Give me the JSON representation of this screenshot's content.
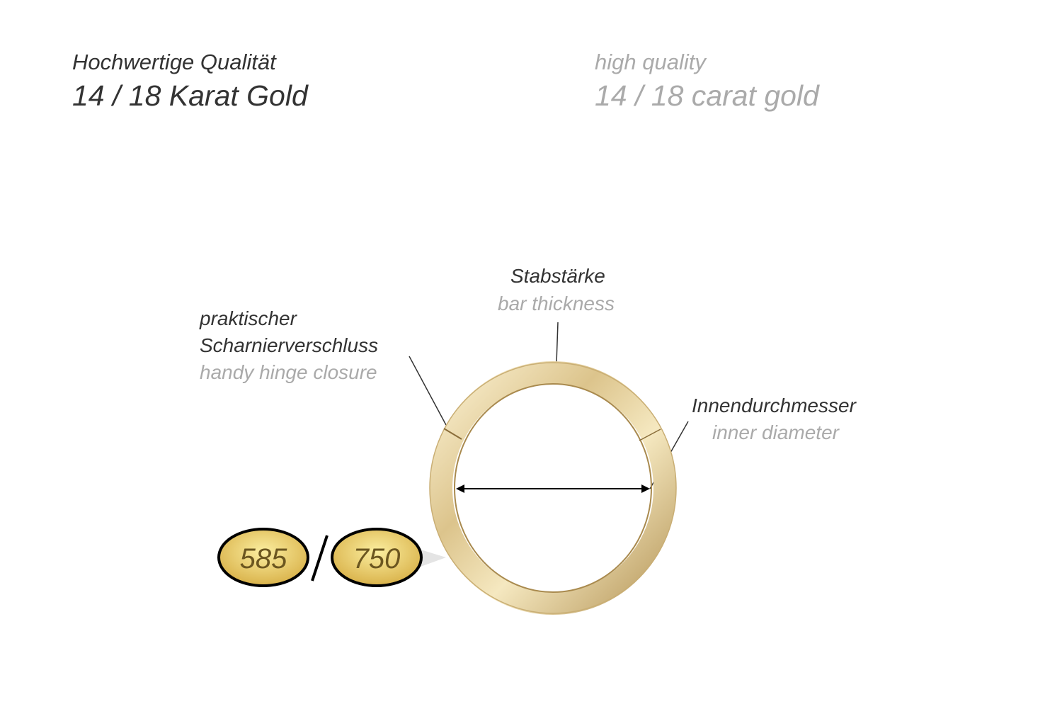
{
  "header": {
    "de_line1": "Hochwertige Qualität",
    "de_line2": "14 / 18 Karat Gold",
    "en_line1": "high quality",
    "en_line2": "14 / 18 carat gold"
  },
  "labels": {
    "bar_thickness_de": "Stabstärke",
    "bar_thickness_en": "bar thickness",
    "hinge_de_1": "praktischer",
    "hinge_de_2": "Scharnierverschluss",
    "hinge_en": "handy hinge closure",
    "diameter_de": "Innendurchmesser",
    "diameter_en": "inner diameter"
  },
  "hallmarks": {
    "first": "585",
    "second": "750",
    "separator": "/"
  },
  "colors": {
    "gold_light": "#f3e3b0",
    "gold_dark": "#b99a5a",
    "badge_gold": "#e6c85a"
  }
}
